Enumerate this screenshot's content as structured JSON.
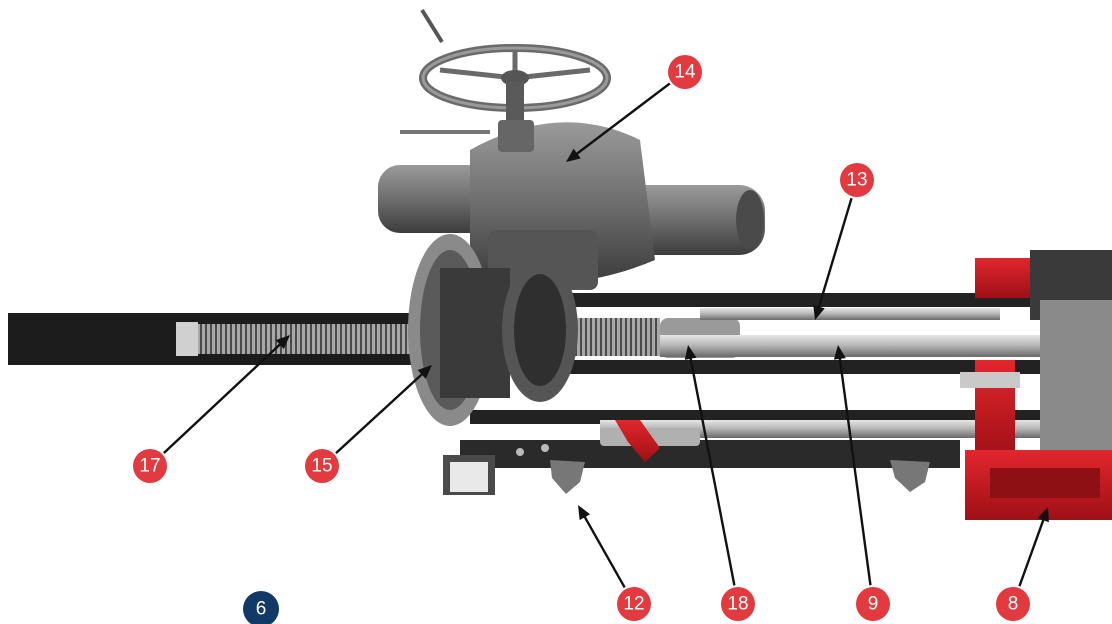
{
  "colors": {
    "callout": "#e23a3f",
    "page_badge": "#123a66",
    "frame_red": "#c8161d",
    "steel_dark": "#2a2a2a",
    "steel_grey": "#6f6f6f",
    "steel_light": "#bfbfbf"
  },
  "callouts": [
    {
      "id": "c14",
      "label": "14"
    },
    {
      "id": "c13",
      "label": "13"
    },
    {
      "id": "c17",
      "label": "17"
    },
    {
      "id": "c15",
      "label": "15"
    },
    {
      "id": "c12",
      "label": "12"
    },
    {
      "id": "c18",
      "label": "18"
    },
    {
      "id": "c9",
      "label": "9"
    },
    {
      "id": "c8",
      "label": "8"
    }
  ],
  "page_number": "6"
}
